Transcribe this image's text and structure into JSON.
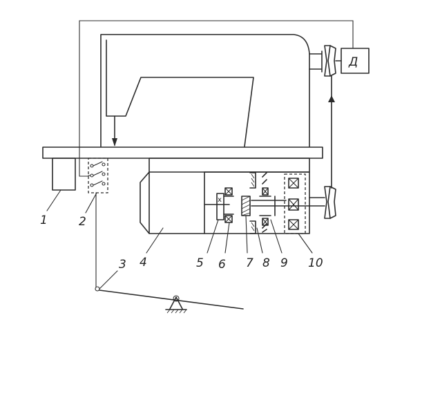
{
  "labels": {
    "l1": "1",
    "l2": "2",
    "l3": "3",
    "l4": "4",
    "l5": "5",
    "l6": "6",
    "l7": "7",
    "l8": "8",
    "l9": "9",
    "l10": "10"
  },
  "motor_label": "Д",
  "colors": {
    "ink": "#2a2a2a",
    "background": "#ffffff"
  }
}
